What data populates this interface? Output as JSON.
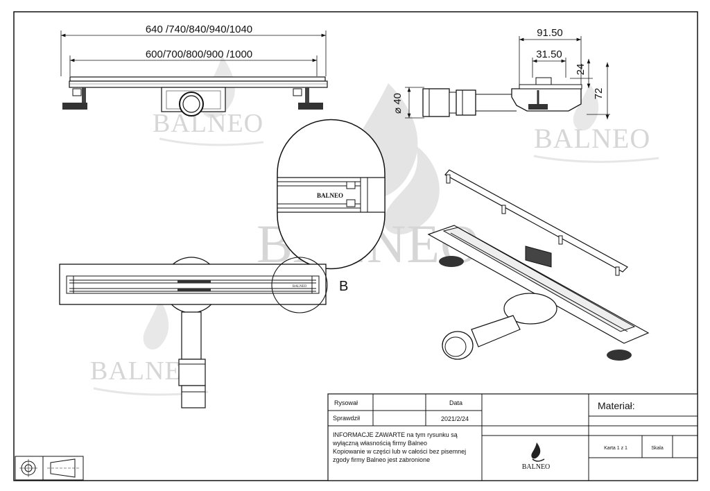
{
  "dimensions": {
    "overall_length": "640 /740/840/940/1040",
    "channel_length": "600/700/800/900 /1000",
    "side_width_total": "91.50",
    "side_width_inner": "31.50",
    "grate_height": "24",
    "total_height": "72",
    "outlet_diameter": "⌀ 40"
  },
  "detail_label": "B",
  "detail_logo": "BALNEO",
  "watermark": "BALNEO",
  "title_block": {
    "drawn_label": "Rysował",
    "checked_label": "Sprawdził",
    "date_label": "Data",
    "date_value": "2021/2/24",
    "notice": [
      "INFORMACJE ZAWARTE na tym rysunku są",
      "wyłączną własnością firmy Balneo",
      "Kopiowanie w części lub w całości bez pisemnej",
      "zgody firmy Balneo jest zabronione"
    ],
    "logo_text": "BALNEO",
    "material_label": "Materiał:",
    "sheet_label": "Karta 1 z 1",
    "scale_label": "Skala"
  }
}
